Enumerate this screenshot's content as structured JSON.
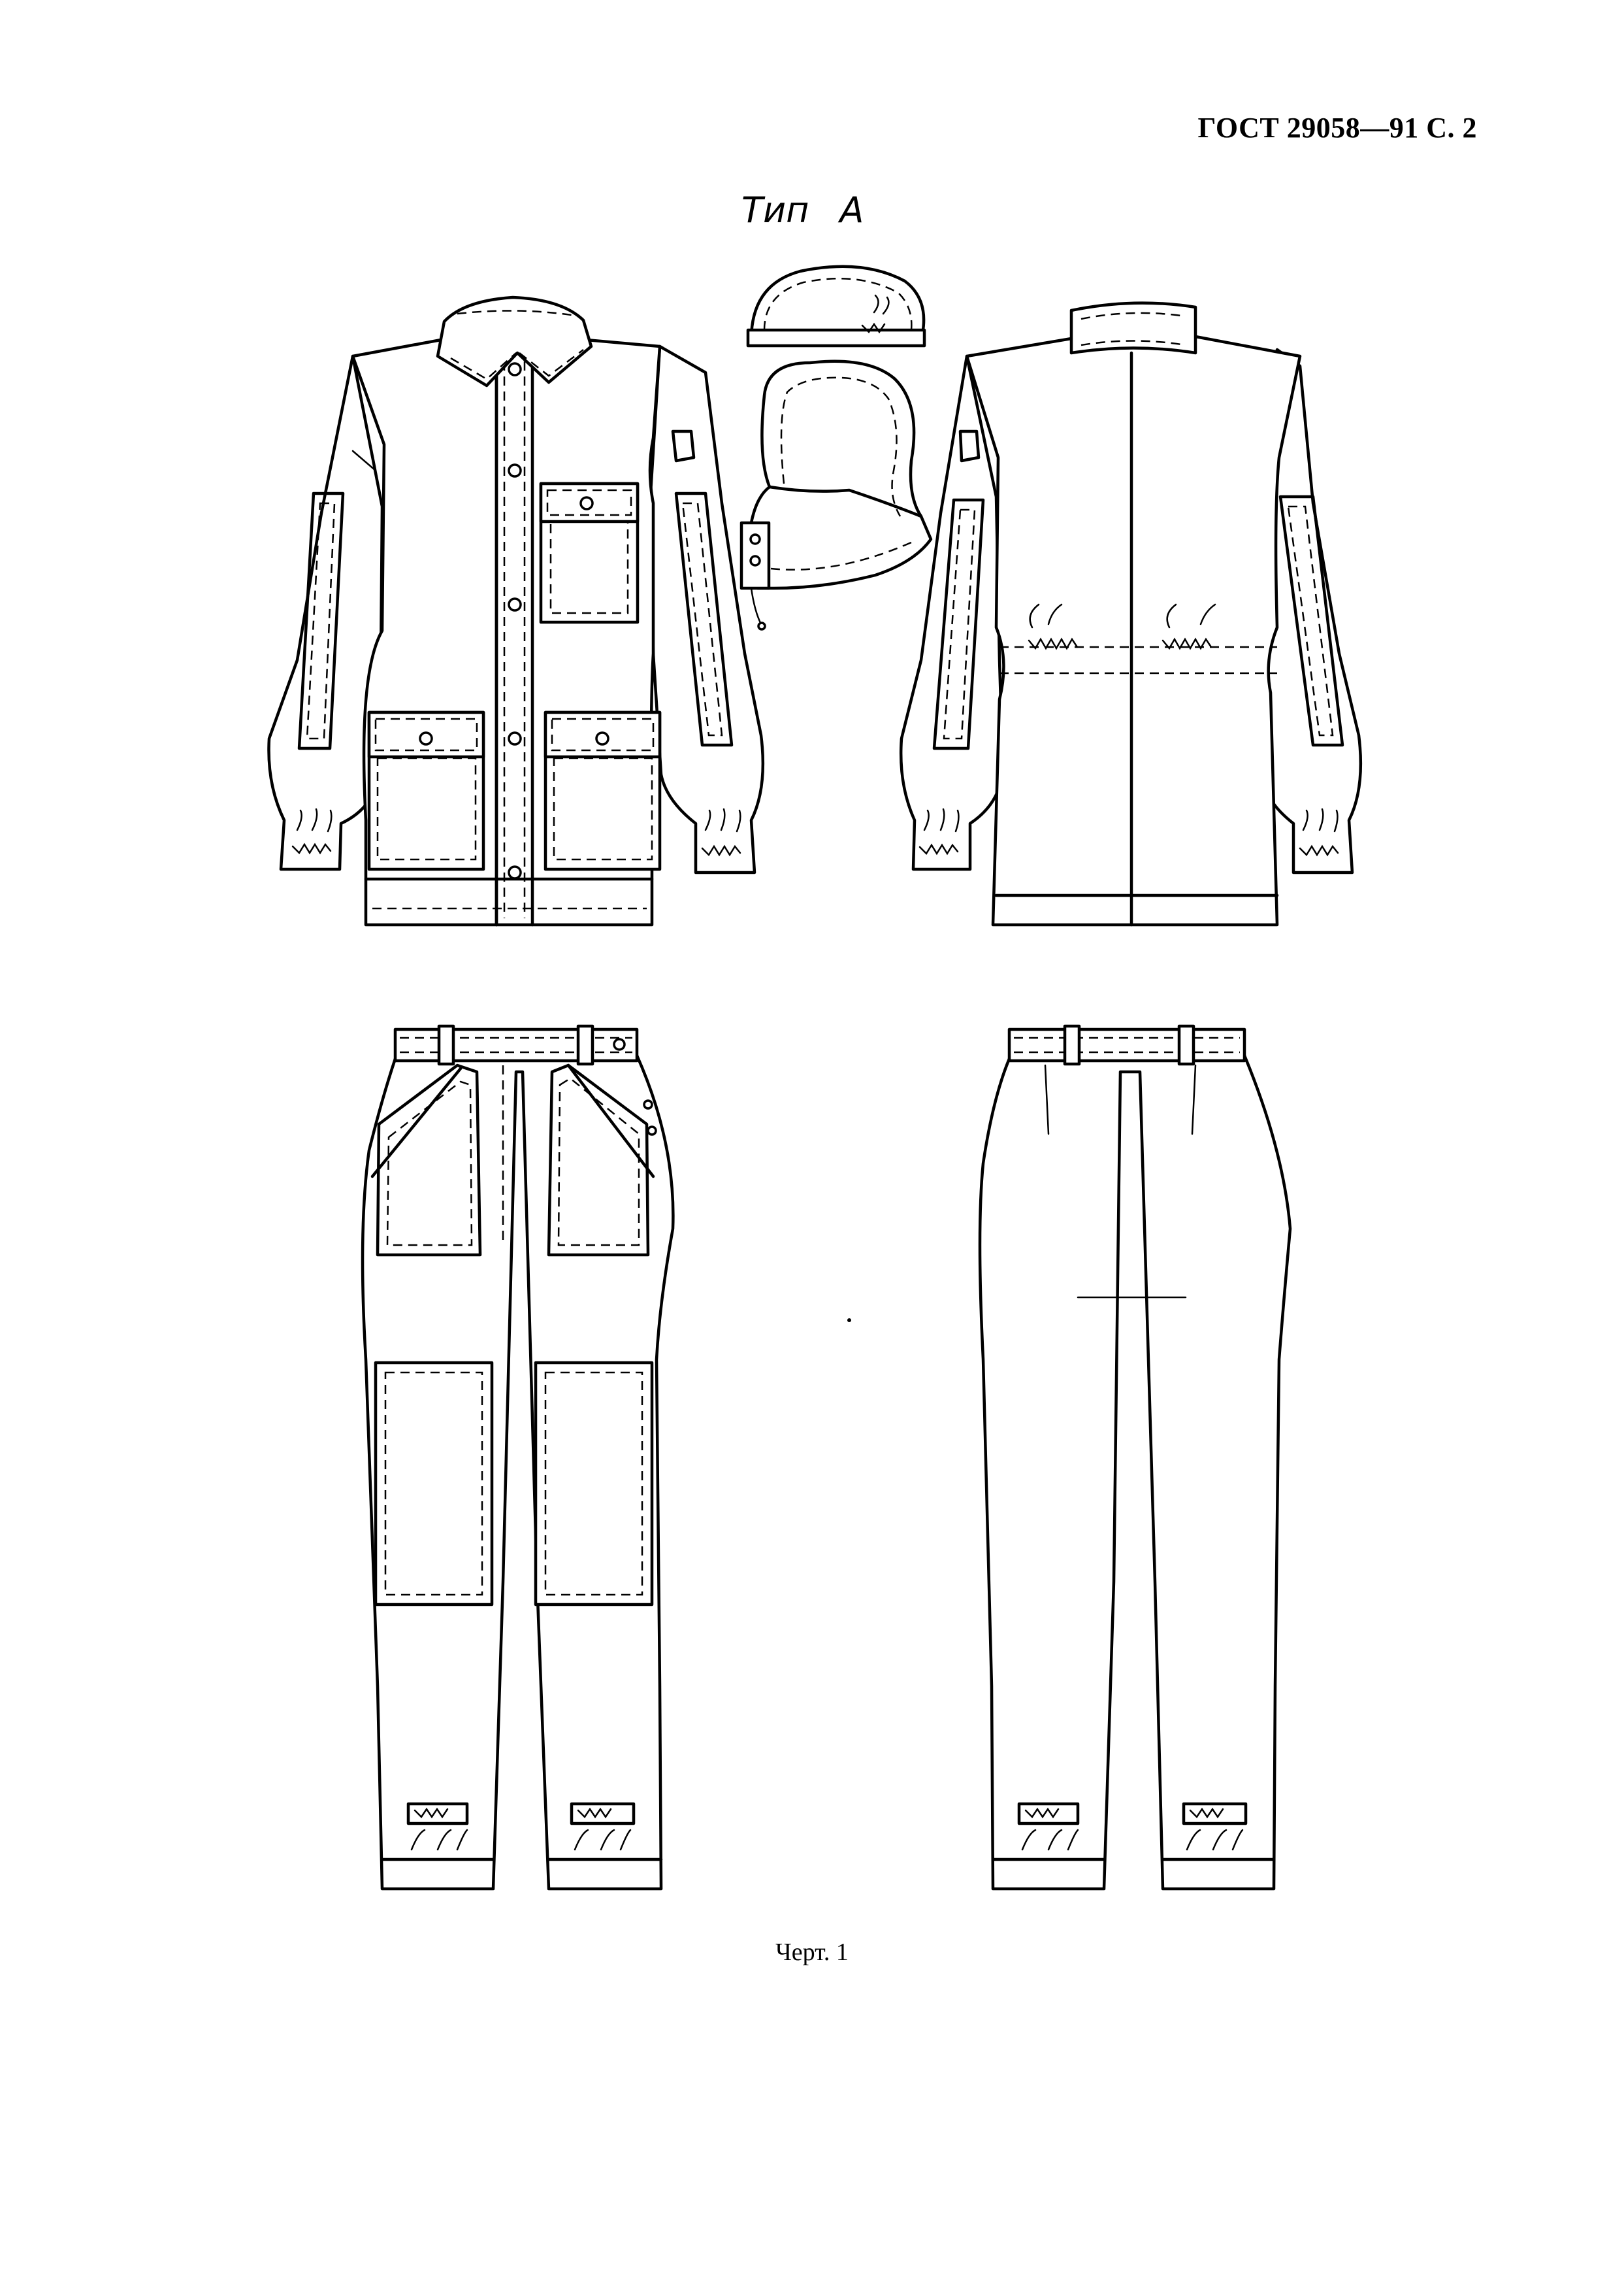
{
  "header": {
    "doc_ref": "ГОСТ 29058—91 С. 2"
  },
  "figure": {
    "type_label": "Тип  А",
    "caption": "Черт. 1"
  },
  "views": [
    "jacket-front",
    "beret",
    "hood",
    "jacket-back",
    "trousers-front",
    "trousers-back"
  ]
}
